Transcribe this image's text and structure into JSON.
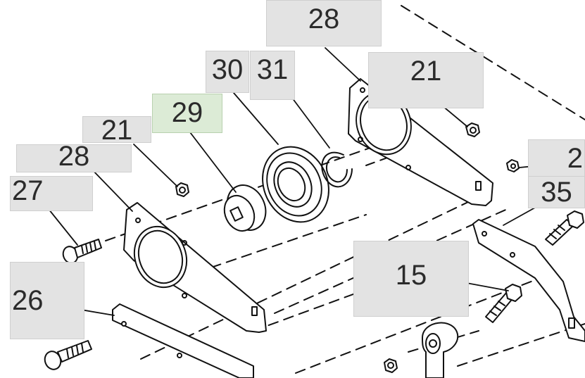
{
  "diagram": {
    "callouts": [
      {
        "id": "c28-top",
        "label": "28"
      },
      {
        "id": "c21-right",
        "label": "21"
      },
      {
        "id": "c30",
        "label": "30"
      },
      {
        "id": "c31",
        "label": "31"
      },
      {
        "id": "c29",
        "label": "29",
        "highlighted": true
      },
      {
        "id": "c21-left",
        "label": "21"
      },
      {
        "id": "c28-left",
        "label": "28"
      },
      {
        "id": "c27",
        "label": "27"
      },
      {
        "id": "c2",
        "label": "2"
      },
      {
        "id": "c35",
        "label": "35"
      },
      {
        "id": "c15",
        "label": "15"
      },
      {
        "id": "c26",
        "label": "26"
      }
    ],
    "colors": {
      "callout_bg": "#e3e3e3",
      "callout_highlight_bg": "#dcebd6",
      "line": "#111111"
    }
  }
}
